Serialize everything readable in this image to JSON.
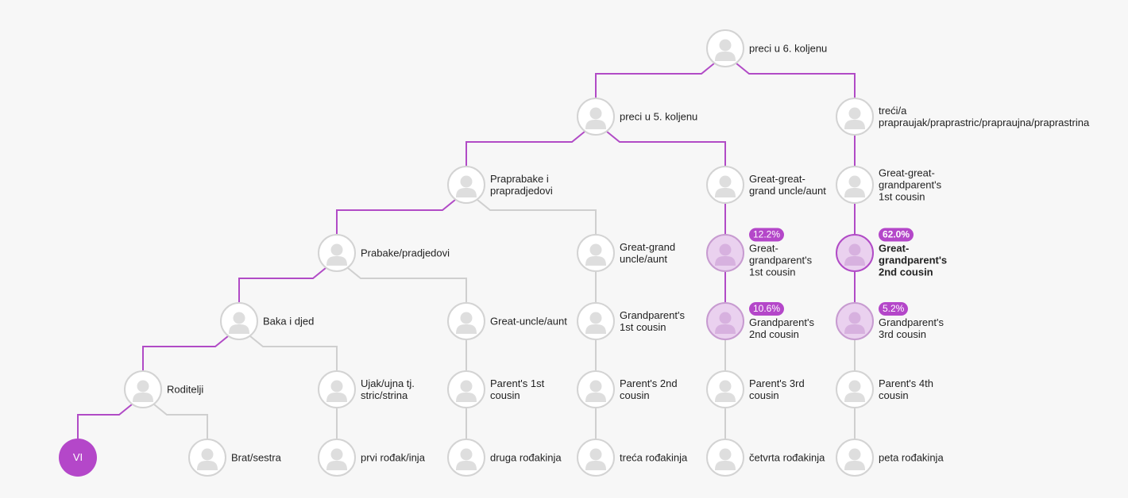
{
  "colors": {
    "line_grey": "#cfcfcf",
    "line_purple": "#b14bc6",
    "accent": "#b447c9"
  },
  "nodes": {
    "gen6": {
      "label": "preci u 6. koljenu"
    },
    "gen5": {
      "label": "preci u 5. koljenu"
    },
    "treci": {
      "label": "treći/a\npraprauјak/praprastric/prapraujna/praprastrina"
    },
    "praprabake": {
      "label": "Praprabake i\nprapradjedovi"
    },
    "gg_uncle": {
      "label": "Great-great-\ngrand uncle/aunt"
    },
    "gg_1c": {
      "label": "Great-great-\ngrandparent's\n1st cousin"
    },
    "prabake": {
      "label": "Prabake/pradjedovi"
    },
    "g_uncle": {
      "label": "Great-grand\nuncle/aunt"
    },
    "gg_p1c": {
      "badge": "12.2%",
      "label": "Great-\ngrandparent's\n1st cousin"
    },
    "gg_p2c": {
      "badge": "62.0%",
      "label": "Great-\ngrandparent's\n2nd cousin"
    },
    "baka": {
      "label": "Baka i djed"
    },
    "great_uncle": {
      "label": "Great-uncle/aunt"
    },
    "gp_1c": {
      "label": "Grandparent's\n1st cousin"
    },
    "gp_2c": {
      "badge": "10.6%",
      "label": "Grandparent's\n2nd cousin"
    },
    "gp_3c": {
      "badge": "5.2%",
      "label": "Grandparent's\n3rd cousin"
    },
    "roditelji": {
      "label": "Roditelji"
    },
    "ujak": {
      "label": "Ujak/ujna tj.\nstric/strina"
    },
    "p_1c": {
      "label": "Parent's 1st\ncousin"
    },
    "p_2c": {
      "label": "Parent's 2nd\ncousin"
    },
    "p_3c": {
      "label": "Parent's 3rd\ncousin"
    },
    "p_4c": {
      "label": "Parent's 4th\ncousin"
    },
    "vi": {
      "label": "VI"
    },
    "brat": {
      "label": "Brat/sestra"
    },
    "prvi": {
      "label": "prvi rođak/inja"
    },
    "druga": {
      "label": "druga rođakinja"
    },
    "treca": {
      "label": "treća rođakinja"
    },
    "cetvrta": {
      "label": "četvrta rođakinja"
    },
    "peta": {
      "label": "peta rođakinja"
    }
  }
}
